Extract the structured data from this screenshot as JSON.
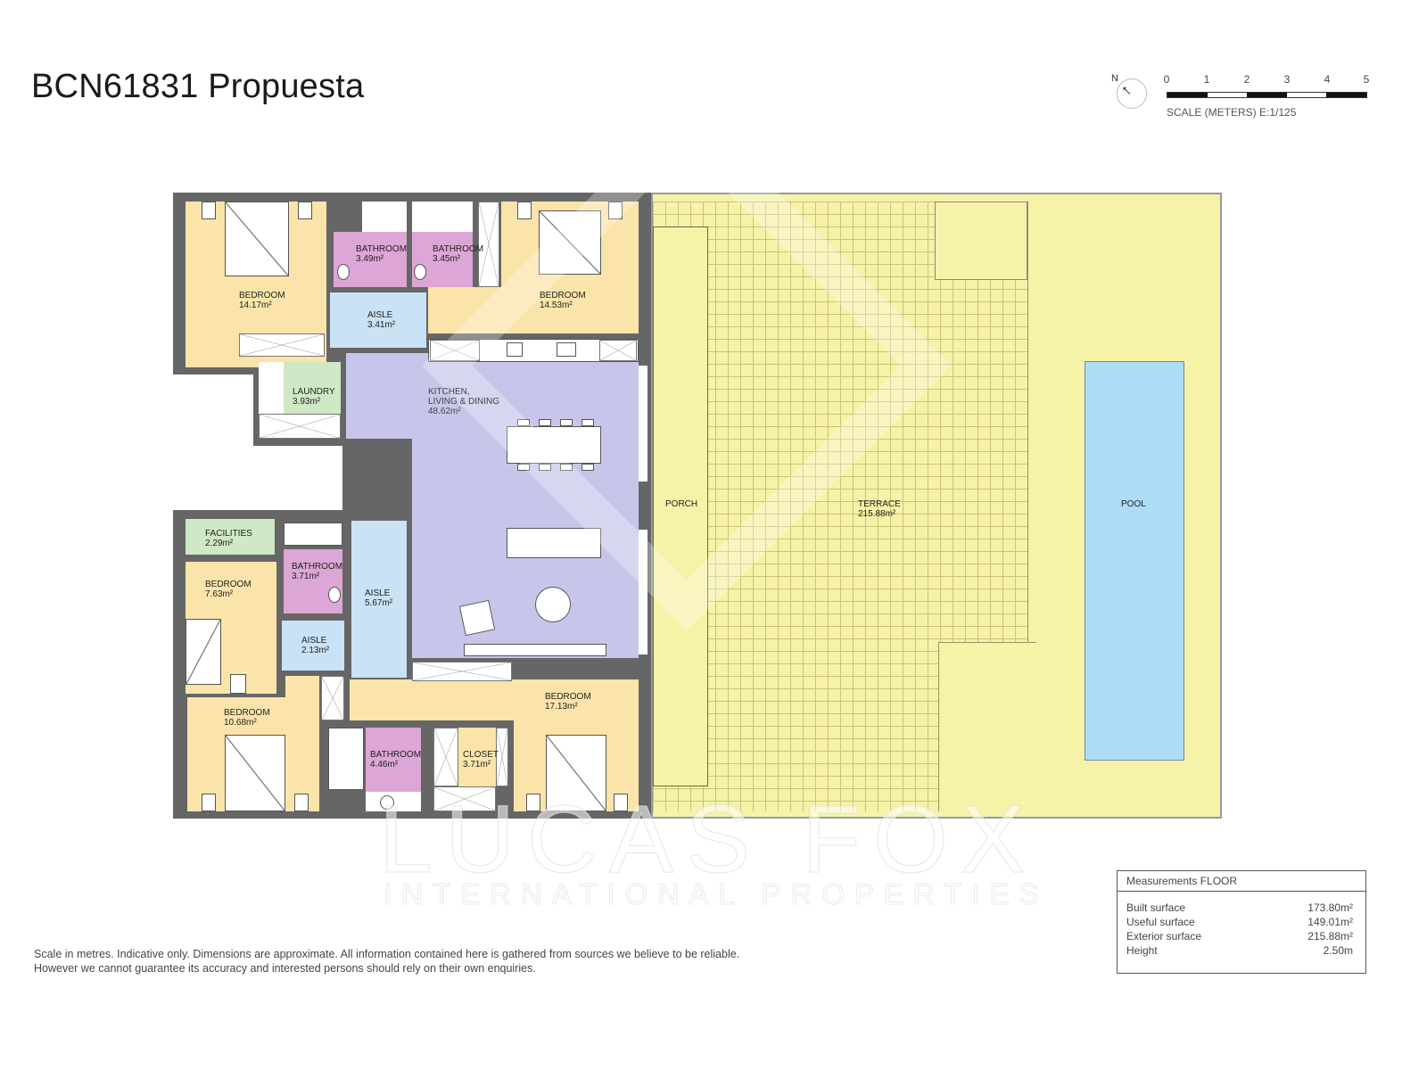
{
  "header": {
    "title": "BCN61831 Propuesta"
  },
  "compass": {
    "north_label": "N",
    "icon": "north-arrow-icon"
  },
  "scale": {
    "ticks": [
      "0",
      "1",
      "2",
      "3",
      "4",
      "5"
    ],
    "label": "SCALE (METERS) E:1/125"
  },
  "rooms": {
    "bedroom_nw": {
      "name": "BEDROOM",
      "area": "14.17m²"
    },
    "bathroom_1": {
      "name": "BATHROOM",
      "area": "3.49m²"
    },
    "bathroom_2": {
      "name": "BATHROOM",
      "area": "3.45m²"
    },
    "bedroom_ne": {
      "name": "BEDROOM",
      "area": "14.53m²"
    },
    "aisle_top": {
      "name": "AISLE",
      "area": "3.41m²"
    },
    "laundry": {
      "name": "LAUNDRY",
      "area": "3.93m²"
    },
    "kitchen": {
      "name_line1": "KITCHEN,",
      "name_line2": "LIVING & DINING",
      "area": "48.62m²"
    },
    "facilities": {
      "name": "FACILITIES",
      "area": "2.29m²"
    },
    "bedroom_small": {
      "name": "BEDROOM",
      "area": "7.63m²"
    },
    "bathroom_3": {
      "name": "BATHROOM",
      "area": "3.71m²"
    },
    "aisle_mid": {
      "name": "AISLE",
      "area": "5.67m²"
    },
    "aisle_small": {
      "name": "AISLE",
      "area": "2.13m²"
    },
    "bedroom_sw": {
      "name": "BEDROOM",
      "area": "10.68m²"
    },
    "bathroom_4": {
      "name": "BATHROOM",
      "area": "4.46m²"
    },
    "closet": {
      "name": "CLOSET",
      "area": "3.71m²"
    },
    "bedroom_se": {
      "name": "BEDROOM",
      "area": "17.13m²"
    },
    "porch": {
      "name": "PORCH"
    },
    "terrace": {
      "name": "TERRACE",
      "area": "215.88m²"
    },
    "pool": {
      "name": "POOL"
    }
  },
  "colors": {
    "bedroom": "#fbe4a9",
    "bathroom": "#dca6d6",
    "aisle": "#c9e2f5",
    "utility": "#cfe8c6",
    "living": "#c7c6ea",
    "terrace": "#f6f2a8",
    "pool": "#aedcf7",
    "wall": "#666666"
  },
  "watermark": {
    "brand": "LUCAS FOX",
    "tagline": "INTERNATIONAL PROPERTIES"
  },
  "measurements": {
    "title": "Measurements FLOOR",
    "rows": [
      {
        "label": "Built surface",
        "value": "173.80m²"
      },
      {
        "label": "Useful surface",
        "value": "149.01m²"
      },
      {
        "label": "Exterior surface",
        "value": "215.88m²"
      },
      {
        "label": "Height",
        "value": "2.50m"
      }
    ]
  },
  "disclaimer": {
    "line1": "Scale in metres. Indicative only. Dimensions are approximate. All information contained here is gathered from sources we believe to be reliable.",
    "line2": "However we cannot guarantee its accuracy and interested persons should rely on their own enquiries."
  }
}
